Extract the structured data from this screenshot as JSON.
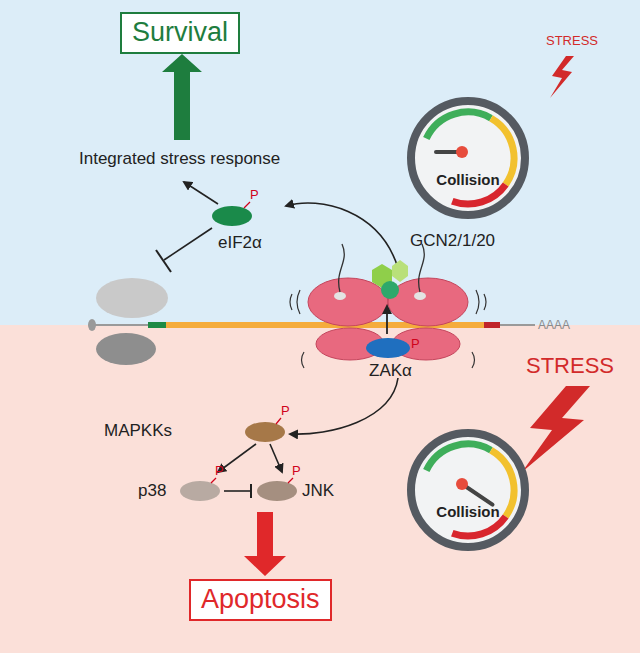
{
  "diagram": {
    "nodes": [
      {
        "text": [
          "Survival"
        ]
      },
      {
        "text": [
          "Collision"
        ]
      },
      {
        "text": [
          "Collision"
        ]
      },
      {
        "text": [
          "Apoptosis"
        ]
      }
    ],
    "labels": [
      "Integrated stress response",
      "P",
      "eIF2α",
      "GCN2/1/20",
      "STRESS",
      "P",
      "ZAKα",
      "AAAA",
      "STRESS",
      "MAPKKs",
      "P",
      "p38",
      "P",
      "P",
      "JNK"
    ]
  }
}
